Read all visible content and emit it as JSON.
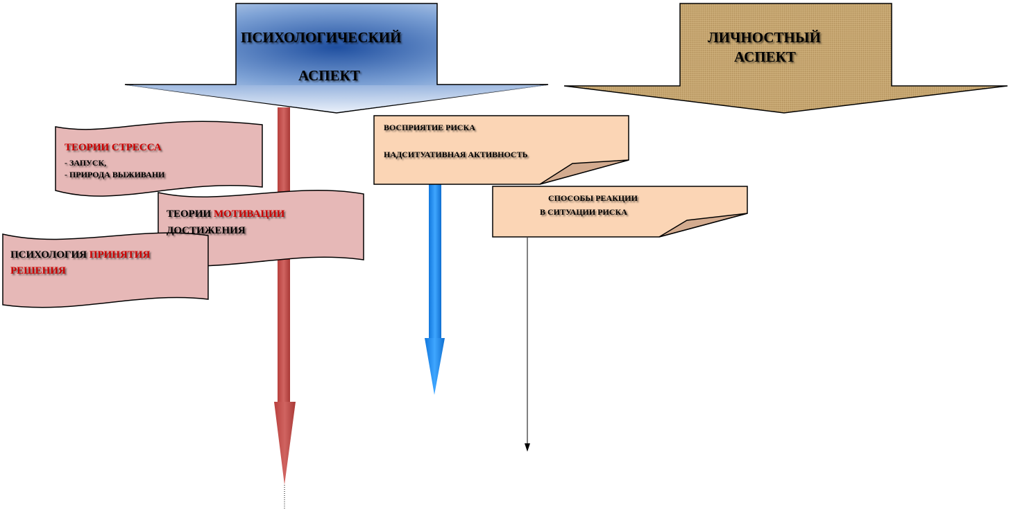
{
  "psychological_aspect": {
    "line1": "ПСИХОЛОГИЧЕСКИЙ",
    "line2": "АСПЕКТ"
  },
  "personal_aspect": {
    "line1": "ЛИЧНОСТНЫЙ",
    "line2": "АСПЕКТ"
  },
  "stress_theories": {
    "title": "ТЕОРИИ  СТРЕССА",
    "item1": "- ЗАПУСК,",
    "item2": "-  ПРИРОДА ВЫЖИВАНИ"
  },
  "motivation_theories": {
    "title_plain": "ТЕОРИИ ",
    "title_accent": "МОТИВАЦИИ",
    "line2": "ДОСТИЖЕНИЯ"
  },
  "decision_psychology": {
    "title_plain": "ПСИХОЛОГИЯ ",
    "title_accent": "ПРИНЯТИЯ",
    "line2_accent": "РЕШЕНИЯ"
  },
  "risk_perception": {
    "line1": "ВОСПРИЯТИЕ  РИСКА",
    "line2": "НАДСИТУАТИВНАЯ  АКТИВНОСТЬ"
  },
  "reaction_methods": {
    "line1": "СПОСОБЫ  РЕАКЦИИ",
    "line2": "В СИТУАЦИИ   РИСКА"
  },
  "colors": {
    "banner_pink": "#e6b8b7",
    "note_peach": "#fbd5b5",
    "arrow_red": "#c0504d",
    "arrow_blue": "#1e90ff",
    "accent_text": "#cc0000"
  }
}
